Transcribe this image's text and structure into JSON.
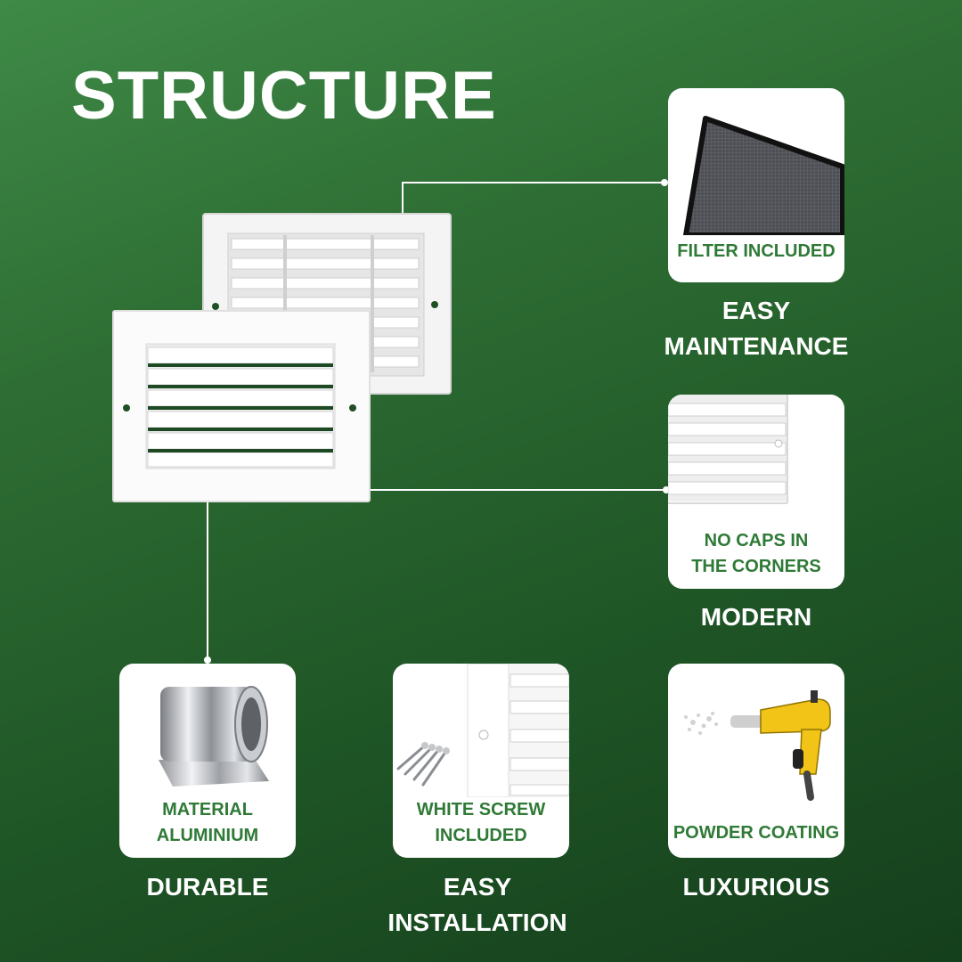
{
  "title": "STRUCTURE",
  "features": {
    "filter": {
      "label": "FILTER INCLUDED",
      "caption_line1": "EASY",
      "caption_line2": "MAINTENANCE"
    },
    "corners": {
      "label_line1": "NO CAPS IN",
      "label_line2": "THE CORNERS",
      "caption": "MODERN"
    },
    "material": {
      "label_line1": "MATERIAL",
      "label_line2": "ALUMINIUM",
      "caption": "DURABLE"
    },
    "screw": {
      "label_line1": "WHITE SCREW",
      "label_line2": "INCLUDED",
      "caption_line1": "EASY",
      "caption_line2": "INSTALLATION"
    },
    "coating": {
      "label": "POWDER COATING",
      "caption": "LUXURIOUS"
    }
  },
  "colors": {
    "background": "#2e6e34",
    "accent_text": "#2f7a36",
    "card": "#ffffff"
  },
  "icons": [
    "vent-grille-back",
    "vent-grille-front",
    "filter-mesh",
    "grille-corner",
    "aluminium-roll",
    "screws",
    "spray-gun"
  ]
}
